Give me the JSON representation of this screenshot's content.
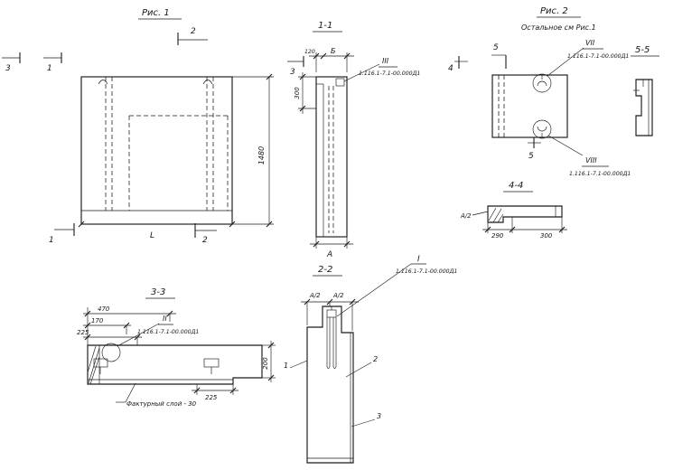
{
  "doc_ref": "1.116.1-7.1-00.000Д1",
  "fig1": {
    "title": "Рис. 1",
    "cut3": "3",
    "cut1_top": "1",
    "cut2_top": "2",
    "cut2_bottom": "2",
    "cut1_bottom": "1",
    "dim_height": "1480",
    "dim_width": "L"
  },
  "sec11": {
    "title": "1-1",
    "dim_20": "120",
    "dim_b": "Б",
    "cut3": "3",
    "dim_300": "300",
    "callout": "III",
    "ref": "1.116.1-7.1-00.000Д1",
    "dim_a": "А"
  },
  "fig2": {
    "title": "Рис. 2",
    "note": "Остальное см Рис.1",
    "cut5_top": "5",
    "cut5_bottom": "5",
    "cut4": "4",
    "callout_vii": "VII",
    "ref_vii": "1.116.1-7.1-00.000Д1",
    "callout_viii": "VIII",
    "ref_viii": "1.116.1-7.1-00.000Д1"
  },
  "sec55": {
    "title": "5-5"
  },
  "sec44": {
    "title": "4-4",
    "dim_a2": "А/2",
    "dim_290": "290",
    "dim_300": "300"
  },
  "sec22": {
    "title": "2-2",
    "dim_a2_left": "А/2",
    "dim_a2_right": "А/2",
    "callout": "I",
    "ref": "1.116.1-7.1-00.000Д1",
    "part1": "1",
    "part2": "2",
    "part3": "3"
  },
  "sec33": {
    "title": "3-3",
    "dim_470": "470",
    "dim_170": "170",
    "dim_225_left": "225",
    "dim_200": "200",
    "dim_225_bottom": "225",
    "callout": "II",
    "ref": "1.116.1-7.1-00.000Д1",
    "note": "Фактурный слой - 30"
  }
}
